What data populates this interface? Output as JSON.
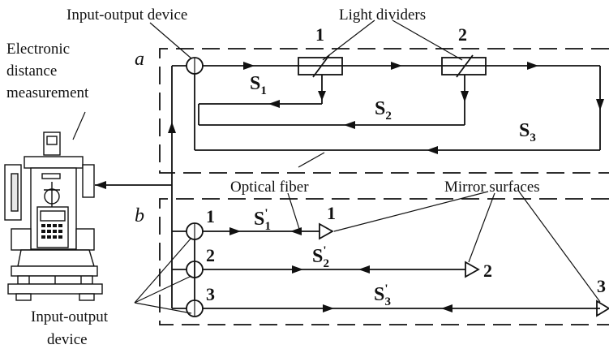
{
  "labels": {
    "io_device_top": "Input-output device",
    "light_dividers": "Light dividers",
    "edm_line1": "Electronic",
    "edm_line2": "distance",
    "edm_line3": "measurement",
    "optical_fiber": "Optical fiber",
    "mirror_surfaces": "Mirror surfaces",
    "io_device_bottom_line1": "Input-output",
    "io_device_bottom_line2": "device"
  },
  "panels": {
    "a": "a",
    "b": "b"
  },
  "dividers": [
    "1",
    "2"
  ],
  "mirrors": [
    "1",
    "2",
    "3"
  ],
  "io_ports_b": [
    "1",
    "2",
    "3"
  ],
  "paths_a": [
    {
      "sym": "S",
      "sub": "1"
    },
    {
      "sym": "S",
      "sub": "2"
    },
    {
      "sym": "S",
      "sub": "3"
    }
  ],
  "paths_b": [
    {
      "sym": "S",
      "sub": "1",
      "sup": "'"
    },
    {
      "sym": "S",
      "sub": "2",
      "sup": "'"
    },
    {
      "sym": "S",
      "sub": "3",
      "sup": "'"
    }
  ],
  "icons": [
    "total-station-icon",
    "arrow-icon",
    "mirror-icon",
    "beam-splitter-icon"
  ]
}
